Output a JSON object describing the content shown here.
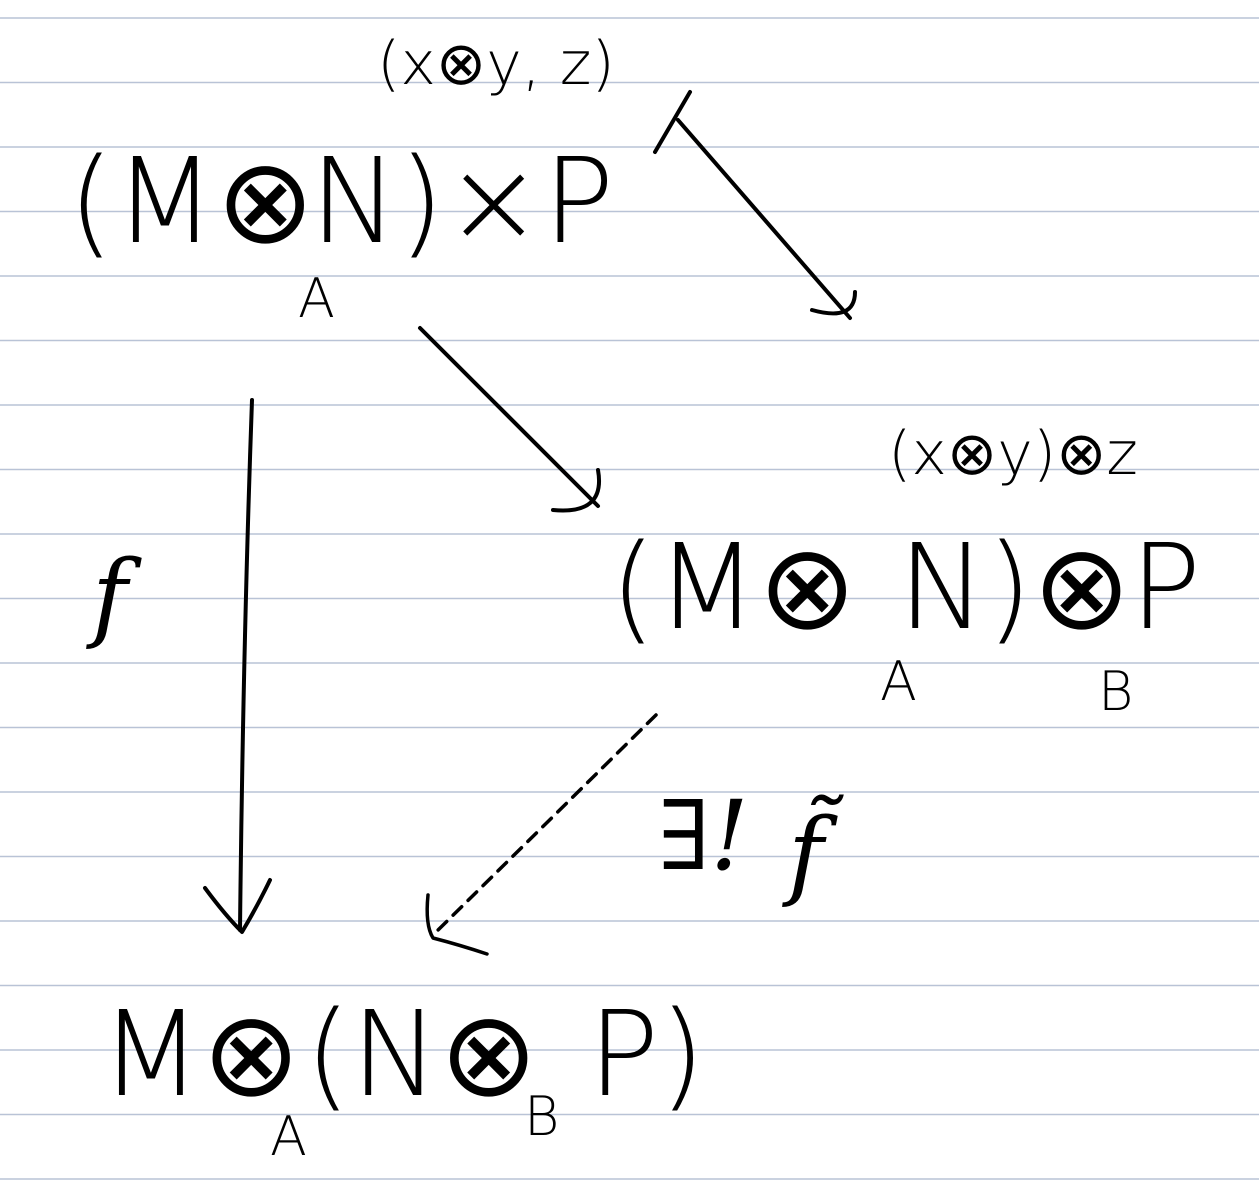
{
  "ruled_paper": {
    "line_color": "#b9c3d6",
    "background": "#ffffff"
  },
  "ink_color": "#000000",
  "nodes": {
    "top_left": {
      "main": "(M⊗",
      "tail": "N)×P",
      "sub": "A"
    },
    "middle_right": {
      "main": "(M⊗",
      "mid": "N)⊗",
      "tail": "P",
      "sub_a": "A",
      "sub_b": "B"
    },
    "bottom": {
      "main": "M⊗",
      "mid": "(N⊗",
      "tail": "P)",
      "sub_a": "A",
      "sub_b": "B"
    }
  },
  "element_labels": {
    "pair": "(x⊗y, z)",
    "tensor": "(x⊗y)⊗z"
  },
  "arrow_labels": {
    "f": "f",
    "unique": "∃!",
    "f_tilde": "f̃"
  }
}
